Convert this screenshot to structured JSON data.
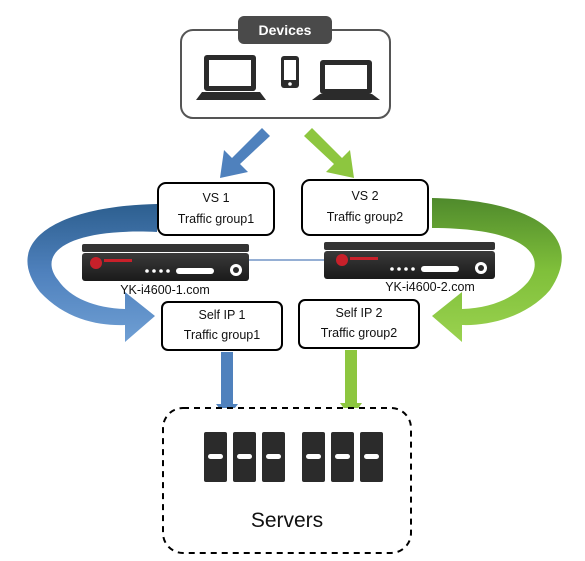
{
  "devices": {
    "label": "Devices"
  },
  "vs1": {
    "line1": "VS 1",
    "line2": "Traffic group1"
  },
  "vs2": {
    "line1": "VS 2",
    "line2": "Traffic group2"
  },
  "host1": "YK-i4600-1.com",
  "host2": "YK-i4600-2.com",
  "selfip1": {
    "line1": "Self IP 1",
    "line2": "Traffic group1"
  },
  "selfip2": {
    "line1": "Self IP 2",
    "line2": "Traffic group2"
  },
  "servers": {
    "label": "Servers"
  },
  "colors": {
    "blue": "#4f81bd",
    "green": "#8dc63f",
    "dark_green": "#4f8a2c",
    "dark": "#2b2b2b"
  },
  "icons": [
    "desktop-monitor-icon",
    "phone-icon",
    "laptop-icon",
    "server-tower-icon",
    "load-balancer-appliance-icon"
  ]
}
